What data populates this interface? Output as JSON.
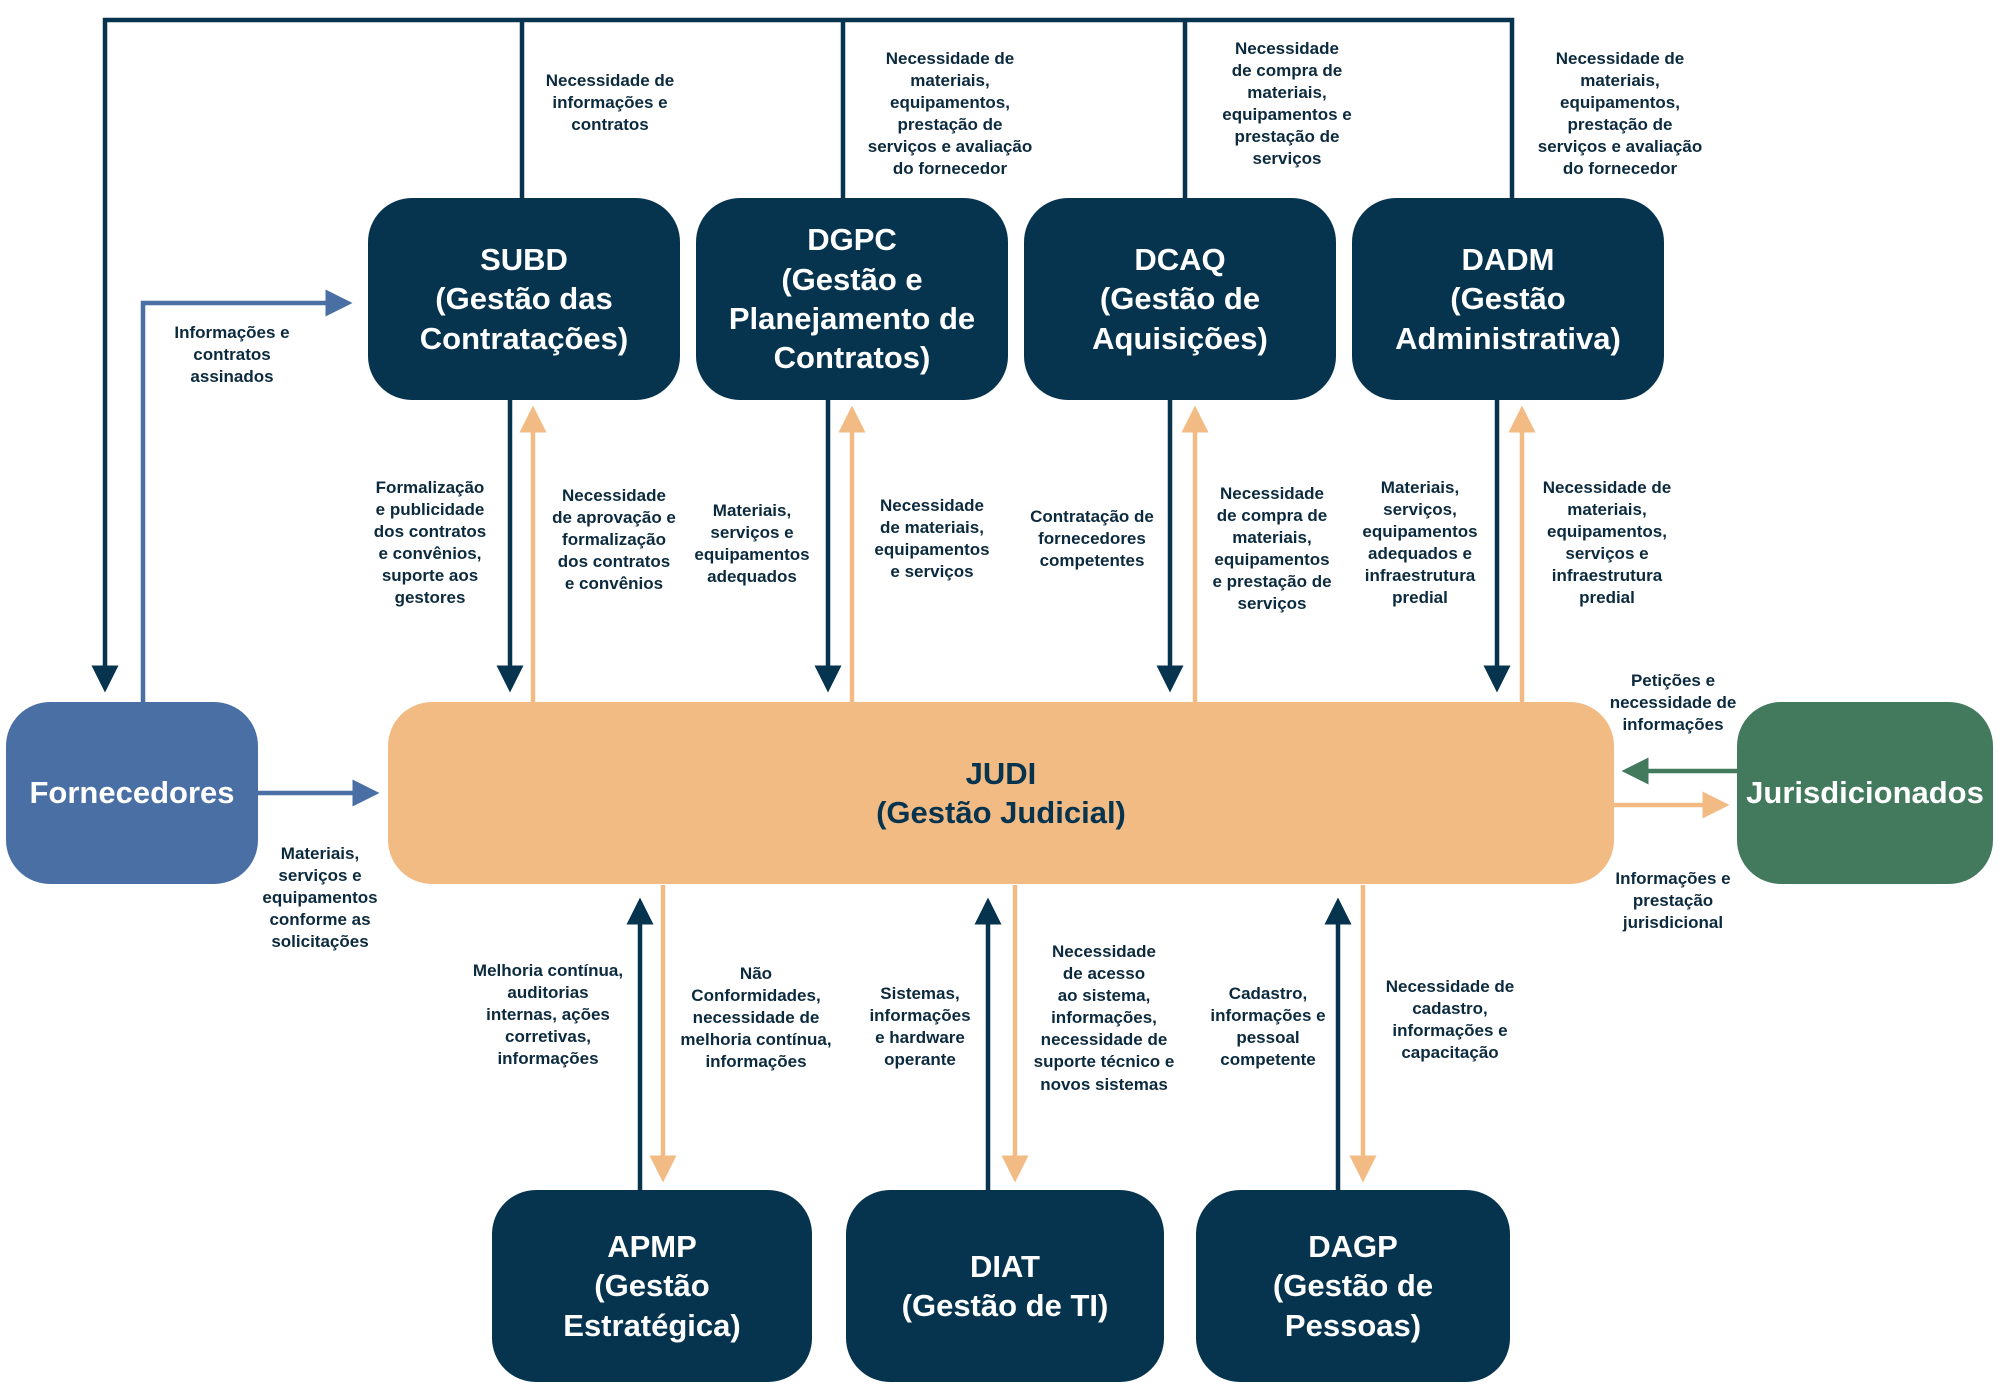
{
  "colors": {
    "dark": "#06344f",
    "orange": "#f2bb84",
    "blue": "#4a6fa5",
    "green": "#437a5e",
    "text": "#0c2a3e"
  },
  "boxes": {
    "subd": {
      "title": "SUBD",
      "subtitle": "(Gestão das\nContratações)"
    },
    "dgpc": {
      "title": "DGPC",
      "subtitle": "(Gestão e\nPlanejamento de\nContratos)"
    },
    "dcaq": {
      "title": "DCAQ",
      "subtitle": "(Gestão de\nAquisições)"
    },
    "dadm": {
      "title": "DADM",
      "subtitle": "(Gestão\nAdministrativa)"
    },
    "fornecedores": {
      "title": "Fornecedores"
    },
    "judi": {
      "title": "JUDI",
      "subtitle": "(Gestão Judicial)"
    },
    "jurisdicionados": {
      "title": "Jurisdicionados"
    },
    "apmp": {
      "title": "APMP",
      "subtitle": "(Gestão Estratégica)"
    },
    "diat": {
      "title": "DIAT",
      "subtitle": "(Gestão de TI)"
    },
    "dagp": {
      "title": "DAGP",
      "subtitle": "(Gestão de Pessoas)"
    }
  },
  "labels": {
    "top_subd": "Necessidade de\ninformações e\ncontratos",
    "top_dgpc": "Necessidade de\nmateriais,\nequipamentos,\nprestação de\nserviços e avaliação\ndo fornecedor",
    "top_dcaq": "Necessidade\nde compra de\nmateriais,\nequipamentos e\nprestação de\nserviços",
    "top_dadm": "Necessidade de\nmateriais,\nequipamentos,\nprestação de\nserviços e avaliação\ndo fornecedor",
    "forn_to_subd": "Informações e\ncontratos\nassinados",
    "subd_down": "Formalização\ne publicidade\ndos contratos\ne convênios,\nsuporte aos\ngestores",
    "subd_up": "Necessidade\nde aprovação e\nformalização\ndos contratos\ne convênios",
    "dgpc_down": "Materiais,\nserviços e\nequipamentos\nadequados",
    "dgpc_up": "Necessidade\nde materiais,\nequipamentos\ne serviços",
    "dcaq_down": "Contratação de\nfornecedores\ncompetentes",
    "dcaq_up": "Necessidade\nde compra de\nmateriais,\nequipamentos\ne prestação de\nserviços",
    "dadm_down": "Materiais,\nserviços,\nequipamentos\nadequados e\ninfraestrutura\npredial",
    "dadm_up": "Necessidade de\nmateriais,\nequipamentos,\nserviços e\ninfraestrutura\npredial",
    "juris_to_judi": "Petições e\nnecessidade de\ninformações",
    "judi_to_juris": "Informações e\nprestação\njurisdicional",
    "forn_to_judi": "Materiais,\nserviços e\nequipamentos\nconforme as\nsolicitações",
    "apmp_up": "Melhoria contínua,\nauditorias\ninternas, ações\ncorretivas,\ninformações",
    "apmp_down": "Não\nConformidades,\nnecessidade de\nmelhoria contínua,\ninformações",
    "diat_up": "Sistemas,\ninformações\ne hardware\noperante",
    "diat_down": "Necessidade\nde acesso\nao sistema,\ninformações,\nnecessidade de\nsuporte técnico e\nnovos sistemas",
    "dagp_up": "Cadastro,\ninformações e\npessoal\ncompetente",
    "dagp_down": "Necessidade de\ncadastro,\ninformações e\ncapacitação"
  }
}
